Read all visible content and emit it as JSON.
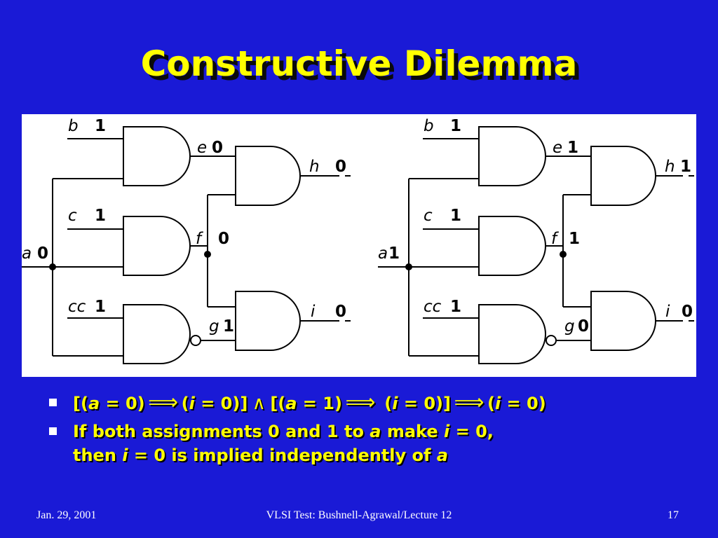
{
  "title": "Constructive Dilemma",
  "circuits": [
    {
      "a": "0",
      "b": "1",
      "c": "1",
      "cc": "1",
      "e": "0",
      "f": "0",
      "g": "1",
      "h": "0",
      "i": "0"
    },
    {
      "a": "1",
      "b": "1",
      "c": "1",
      "cc": "1",
      "e": "1",
      "f": "1",
      "g": "0",
      "h": "1",
      "i": "0"
    }
  ],
  "labels": {
    "a": "a",
    "b": "b",
    "c": "c",
    "cc": "cc",
    "e": "e",
    "f": "f",
    "g": "g",
    "h": "h",
    "i": "i"
  },
  "bullets": {
    "b1": {
      "p1": "[(",
      "a1": "a",
      "p2": " = 0)",
      "arrow1": "⟹",
      "p3": "(",
      "i1": "i",
      "p4": " = 0)]",
      "and": "∧",
      "p5": "[(",
      "a2": "a",
      "p6": " = 1)",
      "arrow2": "⟹",
      "p7": " (",
      "i2": "i",
      "p8": " = 0)]",
      "arrow3": "⟹",
      "p9": "(",
      "i3": "i",
      "p10": " = 0)"
    },
    "b2": {
      "t1": "If both assignments 0 and 1 to ",
      "a1": "a",
      "t2": " make ",
      "i1": "i",
      "t3": " = 0,",
      "t4": "then ",
      "i2": "i",
      "t5": " = 0",
      "t6": " is implied independently of ",
      "a2": "a"
    }
  },
  "footer": {
    "date": "Jan. 29, 2001",
    "course": "VLSI Test: Bushnell-Agrawal/Lecture 12",
    "page": "17"
  },
  "colors": {
    "background": "#1a1ad6",
    "title": "#ffff00",
    "shadow": "#0a0a0a",
    "text": "#ffff00",
    "footer": "#ffffff"
  }
}
